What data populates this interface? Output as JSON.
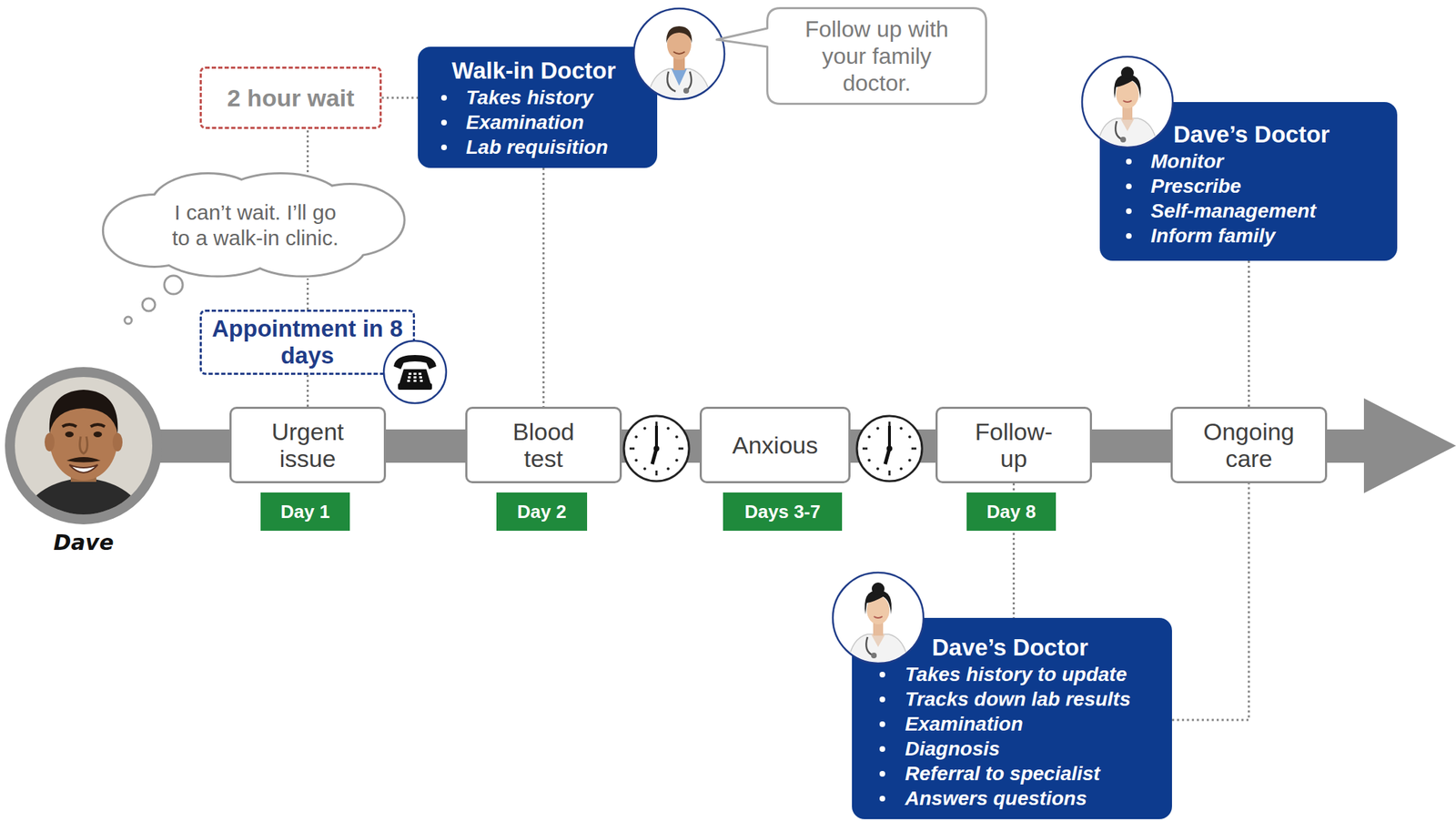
{
  "diagram": {
    "nodes": [
      {
        "text": [
          "2 hour wait"
        ]
      },
      {
        "text": [
          "Walk-in Doctor",
          "Takes history",
          "Examination",
          "Lab requisition"
        ]
      },
      {
        "text": [
          "Follow up with your family doctor."
        ]
      },
      {
        "text": [
          "I can’t wait. I’ll go to a walk-in clinic."
        ]
      },
      {
        "text": [
          "Dave’s Doctor",
          "Monitor",
          "Prescribe",
          "Self-management",
          "Inform family"
        ]
      },
      {
        "text": [
          "Appointment in 8 days"
        ]
      },
      {
        "text": [
          "Urgent issue"
        ]
      },
      {
        "text": [
          "Blood test"
        ]
      },
      {
        "text": [
          "Anxious"
        ]
      },
      {
        "text": [
          "Follow-up"
        ]
      },
      {
        "text": [
          "Ongoing care"
        ]
      },
      {
        "text": [
          "Day 1"
        ]
      },
      {
        "text": [
          "Day 2"
        ]
      },
      {
        "text": [
          "Days 3-7"
        ]
      },
      {
        "text": [
          "Day 8"
        ]
      },
      {
        "text": [
          "Dave’s Doctor",
          "Takes history to update",
          "Tracks down lab results",
          "Examination",
          "Diagnosis",
          "Referral to specialist",
          "Answers questions"
        ]
      }
    ],
    "edges": [
      {
        "from": 0,
        "to": 1,
        "arrow": "none"
      },
      {
        "from": 6,
        "to": 5,
        "arrow": "none"
      },
      {
        "from": 5,
        "to": 3,
        "arrow": "none"
      },
      {
        "from": 3,
        "to": 0,
        "arrow": "none"
      },
      {
        "from": 1,
        "to": 7,
        "arrow": "none"
      },
      {
        "from": 9,
        "to": 15,
        "arrow": "none"
      },
      {
        "from": 15,
        "to": 10,
        "arrow": "none"
      },
      {
        "from": 10,
        "to": 4,
        "arrow": "none"
      }
    ],
    "labels": [
      "Dave"
    ]
  }
}
